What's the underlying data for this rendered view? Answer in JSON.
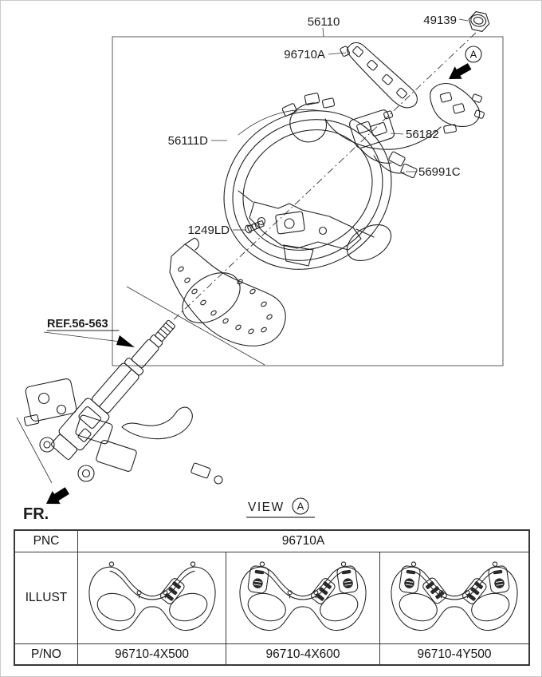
{
  "colors": {
    "line": "#222222",
    "arrow_fill": "#000000",
    "table_border": "#383838"
  },
  "diagram": {
    "callouts": {
      "assembly": "56110",
      "nut": "49139",
      "switch_assembly": "96710A",
      "steering_wheel": "56111D",
      "module": "56182",
      "extension_wire": "56991C",
      "bolt": "1249LD",
      "column_ref": "REF.56-563"
    },
    "detail_marker": "A",
    "front_label": "FR.",
    "view": {
      "label": "VIEW",
      "marker": "A"
    }
  },
  "table": {
    "headers": {
      "pnc": "PNC",
      "illust": "ILLUST",
      "pno": "P/NO"
    },
    "pnc_value": "96710A",
    "columns": [
      {
        "part_number": "96710-4X500"
      },
      {
        "part_number": "96710-4X600"
      },
      {
        "part_number": "96710-4Y500"
      }
    ]
  }
}
